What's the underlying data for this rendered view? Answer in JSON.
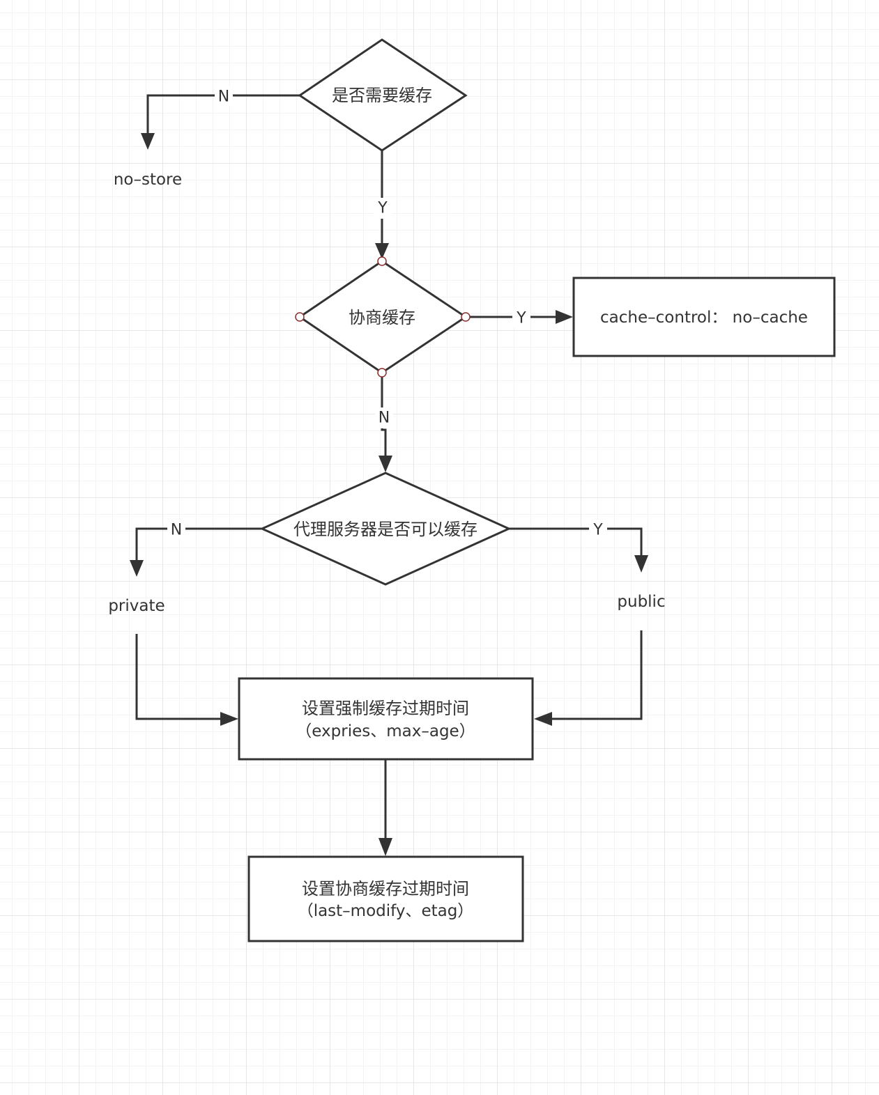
{
  "nodes": {
    "need_cache": "是否需要缓存",
    "negotiate": "协商缓存",
    "proxy": "代理服务器是否可以缓存",
    "no_store": "no–store",
    "no_cache": "cache–control： no–cache",
    "private": "private",
    "public": "public",
    "force_cache_line1": "设置强制缓存过期时间",
    "force_cache_line2": "（expries、max–age）",
    "negotiate_cache_line1": "设置协商缓存过期时间",
    "negotiate_cache_line2": "（last–modify、etag）"
  },
  "edges": {
    "need_cache_no": "N",
    "need_cache_yes": "Y",
    "negotiate_yes": "Y",
    "negotiate_no": "N",
    "proxy_no": "N",
    "proxy_yes": "Y"
  }
}
